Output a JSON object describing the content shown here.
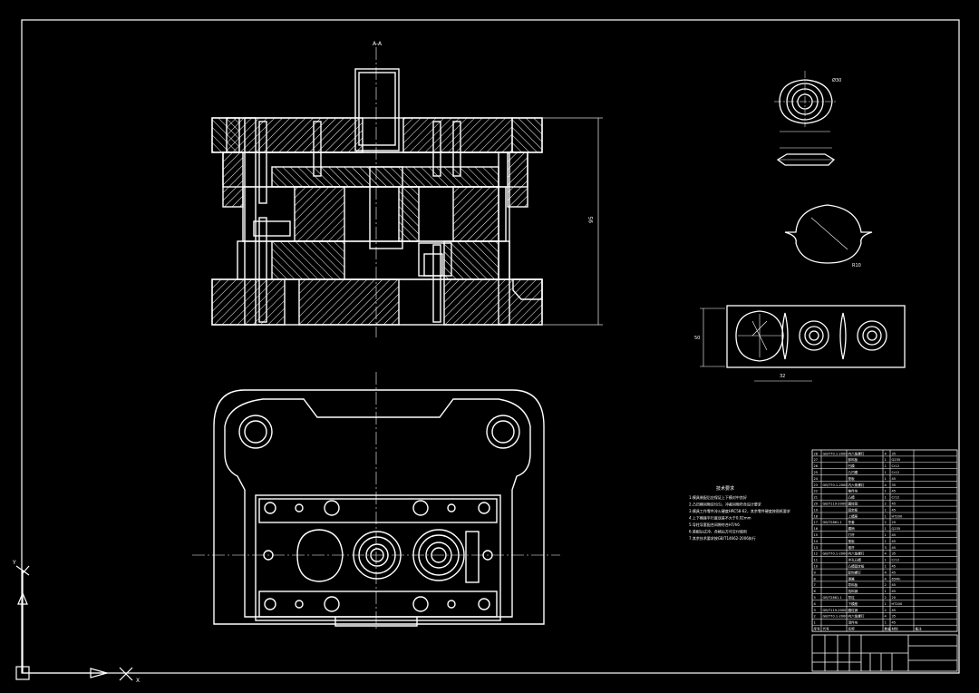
{
  "colors": {
    "background": "#000000",
    "line": "#ffffff",
    "dim": "#d8d8d8"
  },
  "labels": {
    "section_mark": "A-A",
    "dim_height": "95",
    "dim_diameter": "Ø30",
    "dim_radius": "R10",
    "strip_width": "50",
    "strip_pitch": "32",
    "notes_title": "技术要求",
    "axis_x": "X",
    "axis_y": "Y"
  },
  "notes": [
    "1.模具装配后应保证上下模对中良好",
    "2.凸凹模间隙应均匀，冲裁间隙符合设计要求",
    "3.模具工作零件淬火硬度HRC58-62，其余零件硬度按图纸要求",
    "4.上下模座平行度误差不大于0.02mm",
    "5.导柱导套配合间隙符合H7/h6",
    "6.装配后试冲，合格后方可交付使用",
    "7.其余技术要求按GB/T14662-2006执行"
  ],
  "parts_table": {
    "rows": [
      [
        "28",
        "GB/T70.1-2000",
        "内六角螺钉",
        "4",
        "35",
        ""
      ],
      [
        "27",
        "",
        "卸料板",
        "1",
        "Q235",
        ""
      ],
      [
        "26",
        "",
        "凹模",
        "1",
        "Cr12",
        ""
      ],
      [
        "25",
        "",
        "凸凹模",
        "1",
        "Cr12",
        ""
      ],
      [
        "24",
        "",
        "垫板",
        "1",
        "45",
        ""
      ],
      [
        "23",
        "GB/T70.1-2000",
        "内六角螺钉",
        "4",
        "35",
        ""
      ],
      [
        "22",
        "",
        "推件块",
        "1",
        "45",
        ""
      ],
      [
        "21",
        "",
        "凸模",
        "1",
        "Cr12",
        ""
      ],
      [
        "20",
        "GB/T119-2000",
        "圆柱销",
        "2",
        "45",
        ""
      ],
      [
        "19",
        "",
        "固定板",
        "1",
        "45",
        ""
      ],
      [
        "18",
        "",
        "上模座",
        "1",
        "HT200",
        ""
      ],
      [
        "17",
        "GB/T2861.1",
        "导套",
        "2",
        "20",
        ""
      ],
      [
        "16",
        "",
        "模柄",
        "1",
        "Q235",
        ""
      ],
      [
        "15",
        "",
        "打杆",
        "1",
        "45",
        ""
      ],
      [
        "14",
        "",
        "推板",
        "1",
        "45",
        ""
      ],
      [
        "13",
        "",
        "推杆",
        "3",
        "45",
        ""
      ],
      [
        "12",
        "GB/T70.1-2000",
        "内六角螺钉",
        "4",
        "35",
        ""
      ],
      [
        "11",
        "",
        "冲孔凸模",
        "1",
        "Cr12",
        ""
      ],
      [
        "10",
        "",
        "凸模固定板",
        "1",
        "45",
        ""
      ],
      [
        "9",
        "",
        "卸料螺钉",
        "4",
        "45",
        ""
      ],
      [
        "8",
        "",
        "弹簧",
        "4",
        "65Mn",
        ""
      ],
      [
        "7",
        "",
        "导料板",
        "2",
        "45",
        ""
      ],
      [
        "6",
        "",
        "挡料销",
        "1",
        "45",
        ""
      ],
      [
        "5",
        "GB/T2861.1",
        "导柱",
        "2",
        "20",
        ""
      ],
      [
        "4",
        "",
        "下模座",
        "1",
        "HT200",
        ""
      ],
      [
        "3",
        "GB/T119-2000",
        "圆柱销",
        "2",
        "45",
        ""
      ],
      [
        "2",
        "GB/T70.1-2000",
        "内六角螺钉",
        "4",
        "35",
        ""
      ],
      [
        "1",
        "",
        "顶件块",
        "1",
        "45",
        ""
      ]
    ],
    "header": [
      "序号",
      "代号",
      "名称",
      "数量",
      "材料",
      "备注"
    ]
  }
}
